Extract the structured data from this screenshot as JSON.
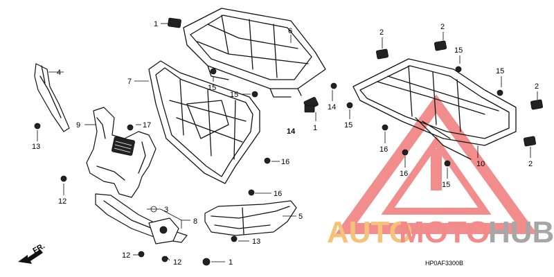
{
  "callouts": [
    {
      "id": "c1a",
      "text": "1"
    },
    {
      "id": "c6",
      "text": "6"
    },
    {
      "id": "c4",
      "text": "4"
    },
    {
      "id": "c7",
      "text": "7"
    },
    {
      "id": "c15a",
      "text": "15"
    },
    {
      "id": "c15b",
      "text": "15"
    },
    {
      "id": "c14a",
      "text": "14"
    },
    {
      "id": "c14b",
      "text": "14"
    },
    {
      "id": "c1b",
      "text": "1"
    },
    {
      "id": "c9",
      "text": "9"
    },
    {
      "id": "c17",
      "text": "17"
    },
    {
      "id": "c13a",
      "text": "13"
    },
    {
      "id": "c16a",
      "text": "16"
    },
    {
      "id": "c16b",
      "text": "16"
    },
    {
      "id": "c12a",
      "text": "12"
    },
    {
      "id": "c3",
      "text": "3"
    },
    {
      "id": "c8",
      "text": "8"
    },
    {
      "id": "c5",
      "text": "5"
    },
    {
      "id": "c13b",
      "text": "13"
    },
    {
      "id": "c12b",
      "text": "12"
    },
    {
      "id": "c12c",
      "text": "12"
    },
    {
      "id": "c1c",
      "text": "1"
    },
    {
      "id": "c2a",
      "text": "2"
    },
    {
      "id": "c2b",
      "text": "2"
    },
    {
      "id": "c15c",
      "text": "15"
    },
    {
      "id": "c15d",
      "text": "15"
    },
    {
      "id": "c2c",
      "text": "2"
    },
    {
      "id": "c15e",
      "text": "15"
    },
    {
      "id": "c16c",
      "text": "16"
    },
    {
      "id": "c16d",
      "text": "16"
    },
    {
      "id": "c10",
      "text": "10"
    },
    {
      "id": "c2d",
      "text": "2"
    },
    {
      "id": "c15f",
      "text": "15"
    }
  ],
  "direction_label": "FR.",
  "diagram_code": "HP0AF3300B",
  "watermark": {
    "word1": "AUTO",
    "word2": "MOTO",
    "word3": "HUB",
    "color1": "#f5c27a",
    "color2": "#f28a8a",
    "color3": "#a6a6a6",
    "triangle_color": "#f07a7a"
  }
}
